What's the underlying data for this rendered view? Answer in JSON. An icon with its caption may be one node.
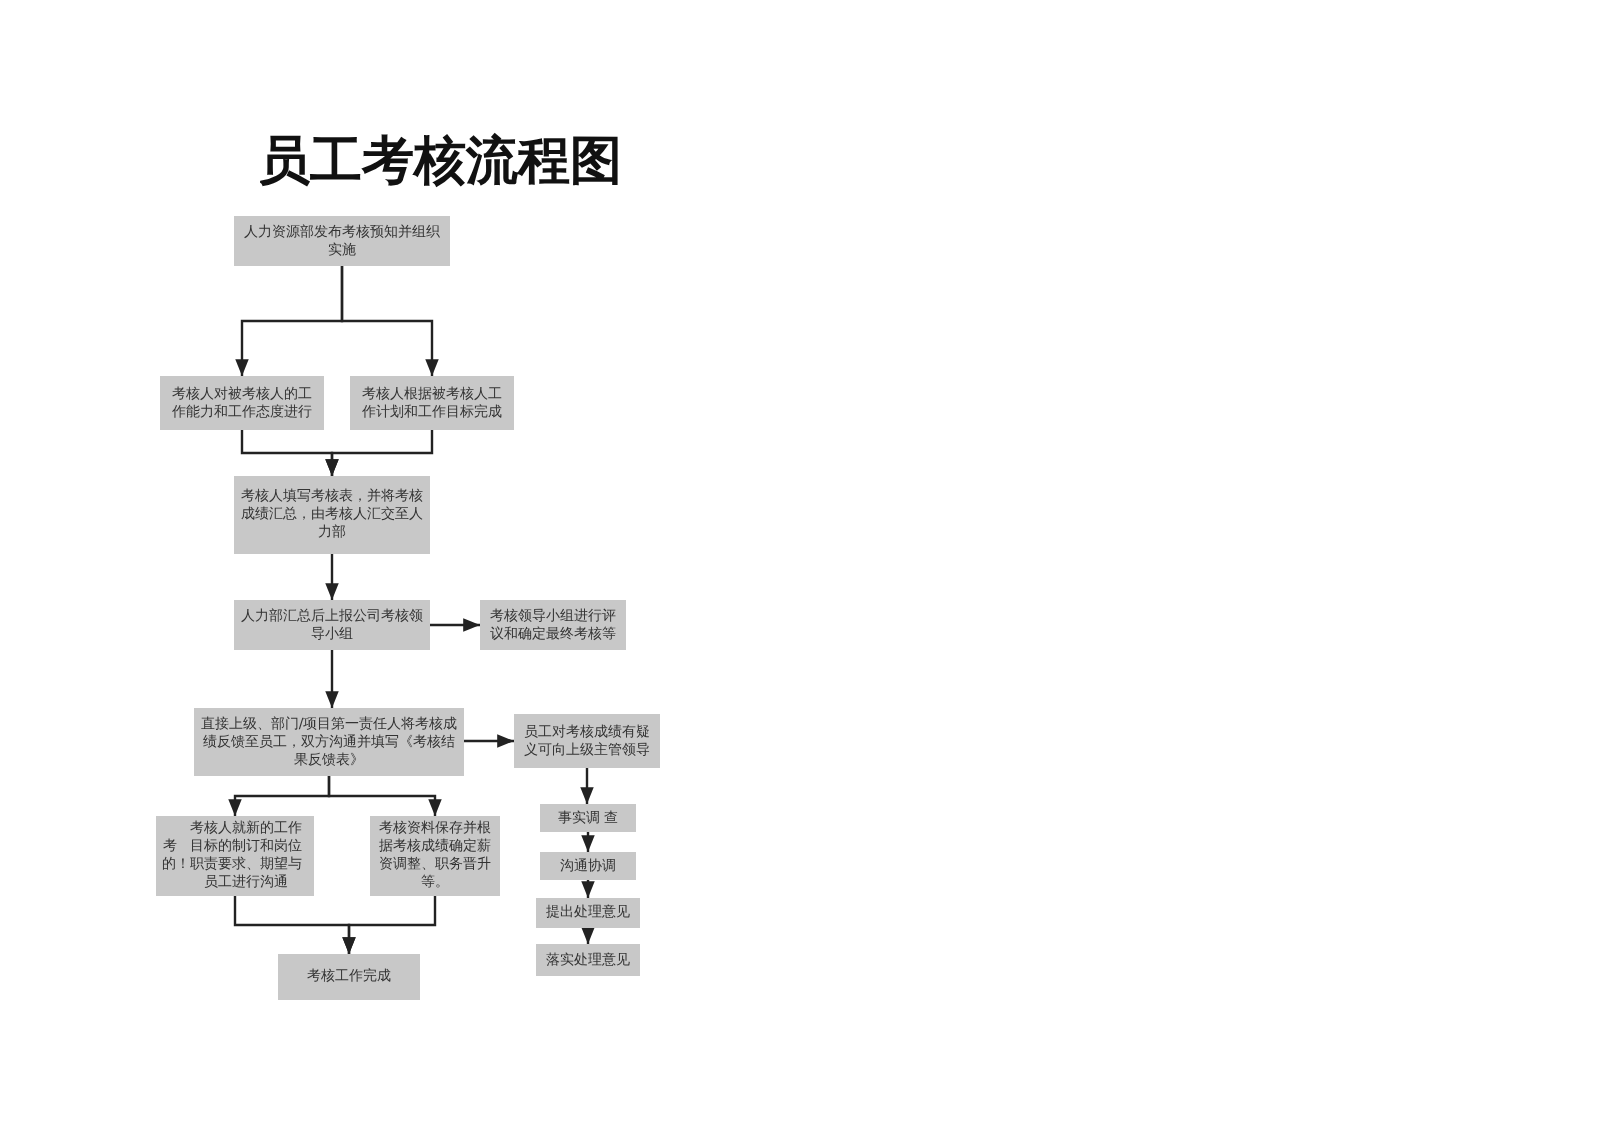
{
  "diagram": {
    "title": "员工考核流程图",
    "nodes": [
      {
        "text": [
          "人力资源部发布考核预知并组织实施"
        ]
      },
      {
        "text": [
          "考核人对被考核人的工作能力和工作态度进行"
        ]
      },
      {
        "text": [
          "考核人根据被考核人工作计划和工作目标完成"
        ]
      },
      {
        "text": [
          "考核人填写考核表，并将考核成绩汇总，由考核人汇交至人力部"
        ]
      },
      {
        "text": [
          "人力部汇总后上报公司考核领导小组"
        ]
      },
      {
        "text": [
          "考核领导小组进行评议和确定最终考核等"
        ]
      },
      {
        "text": [
          "直接上级、部门/项目第一责任人将考核成绩反馈至员工，双方沟通并填写《考核结果反馈表》"
        ]
      },
      {
        "text": [
          "员工对考核成绩有疑义可向上级主管领导"
        ]
      },
      {
        "text": [
          "考的！",
          "考核人就新的工作目标的制订和岗位职责要求、期望与员工进行沟通"
        ]
      },
      {
        "text": [
          "考核资料保存并根据考核成绩确定薪资调整、职务晋升等。"
        ]
      },
      {
        "text": [
          "考核工作完成"
        ]
      },
      {
        "text": [
          "事实调 查"
        ]
      },
      {
        "text": [
          "沟通协调"
        ]
      },
      {
        "text": [
          "提出处理意见"
        ]
      },
      {
        "text": [
          "落实处理意见"
        ]
      }
    ],
    "edges": [
      {
        "from": 0,
        "to": 1,
        "arrow": "to"
      },
      {
        "from": 0,
        "to": 2,
        "arrow": "to"
      },
      {
        "from": 1,
        "to": 3,
        "arrow": "to"
      },
      {
        "from": 2,
        "to": 3,
        "arrow": "to"
      },
      {
        "from": 3,
        "to": 4,
        "arrow": "to"
      },
      {
        "from": 4,
        "to": 5,
        "arrow": "to"
      },
      {
        "from": 4,
        "to": 6,
        "arrow": "to"
      },
      {
        "from": 6,
        "to": 7,
        "arrow": "to"
      },
      {
        "from": 6,
        "to": 8,
        "arrow": "to"
      },
      {
        "from": 6,
        "to": 9,
        "arrow": "to"
      },
      {
        "from": 8,
        "to": 10,
        "arrow": "to"
      },
      {
        "from": 9,
        "to": 10,
        "arrow": "to"
      },
      {
        "from": 7,
        "to": 11,
        "arrow": "to"
      },
      {
        "from": 11,
        "to": 12,
        "arrow": "to"
      },
      {
        "from": 12,
        "to": 13,
        "arrow": "to"
      },
      {
        "from": 13,
        "to": 14,
        "arrow": "to"
      }
    ]
  }
}
